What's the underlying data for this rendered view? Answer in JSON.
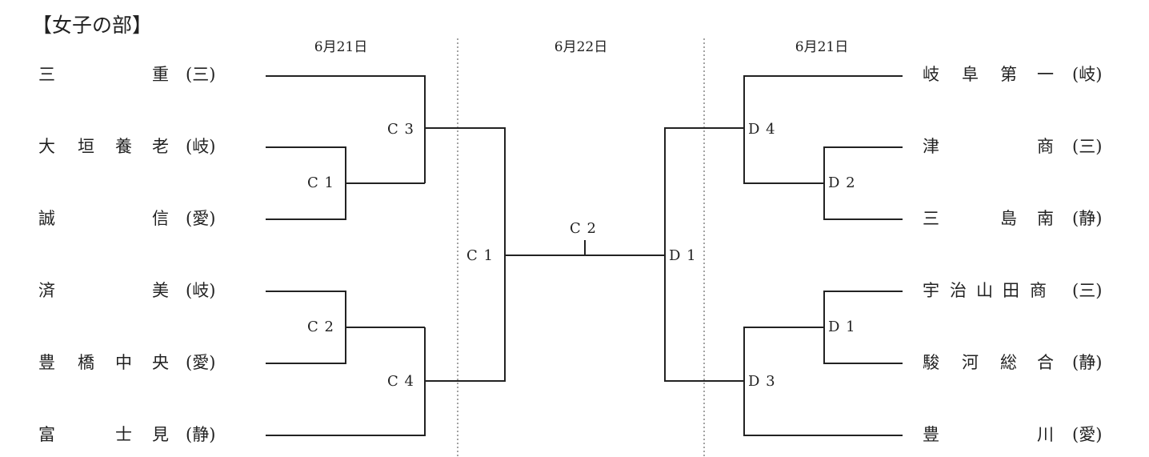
{
  "title": "【女子の部】",
  "dates": {
    "left": "6月21日",
    "center": "6月22日",
    "right": "6月21日"
  },
  "left_teams": [
    {
      "chars": [
        "三",
        "",
        "",
        "重"
      ],
      "pref": "(三)"
    },
    {
      "chars": [
        "大",
        "垣",
        "養",
        "老"
      ],
      "pref": "(岐)"
    },
    {
      "chars": [
        "誠",
        "",
        "",
        "信"
      ],
      "pref": "(愛)"
    },
    {
      "chars": [
        "済",
        "",
        "",
        "美"
      ],
      "pref": "(岐)"
    },
    {
      "chars": [
        "豊",
        "橋",
        "中",
        "央"
      ],
      "pref": "(愛)"
    },
    {
      "chars": [
        "富",
        "",
        "士",
        "見"
      ],
      "pref": "(静)"
    }
  ],
  "right_teams": [
    {
      "chars": [
        "岐",
        "阜",
        "第",
        "一"
      ],
      "pref": "(岐)"
    },
    {
      "chars": [
        "津",
        "",
        "",
        "商"
      ],
      "pref": "(三)"
    },
    {
      "chars": [
        "三",
        "",
        "島",
        "南"
      ],
      "pref": "(静)"
    },
    {
      "chars": [
        "宇",
        "治",
        "山",
        "田",
        "商"
      ],
      "pref": "(三)"
    },
    {
      "chars": [
        "駿",
        "河",
        "総",
        "合"
      ],
      "pref": "(静)"
    },
    {
      "chars": [
        "豊",
        "",
        "",
        "川"
      ],
      "pref": "(愛)"
    }
  ],
  "match_codes": {
    "left_r1_top": "C 3",
    "left_r1_a": "C 1",
    "left_r1_b": "C 2",
    "left_r1_bottom": "C 4",
    "left_semi": "C 1",
    "final": "C 2",
    "right_semi": "D 1",
    "right_r1_top": "D 4",
    "right_r1_a": "D 2",
    "right_r1_b": "D 1",
    "right_r1_bottom": "D 3"
  }
}
